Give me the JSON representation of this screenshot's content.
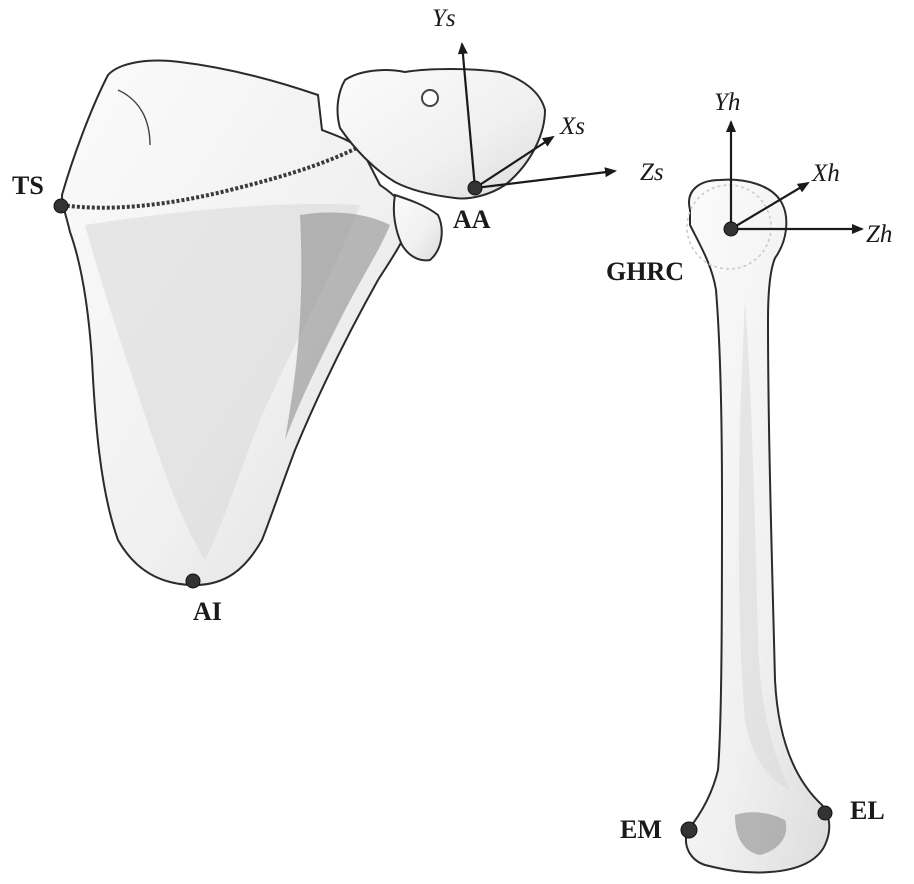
{
  "figure": {
    "scapula": {
      "landmarks": {
        "ts": "TS",
        "aa": "AA",
        "ai": "AI"
      },
      "axes": {
        "x": "Xs",
        "y": "Ys",
        "z": "Zs"
      }
    },
    "humerus": {
      "landmarks": {
        "ghrc": "GHRC",
        "em": "EM",
        "el": "EL"
      },
      "axes": {
        "x": "Xh",
        "y": "Yh",
        "z": "Zh"
      }
    },
    "colors": {
      "ink": "#1a1a1a",
      "marker": "#333333",
      "bone": "#f2f2f2"
    }
  }
}
